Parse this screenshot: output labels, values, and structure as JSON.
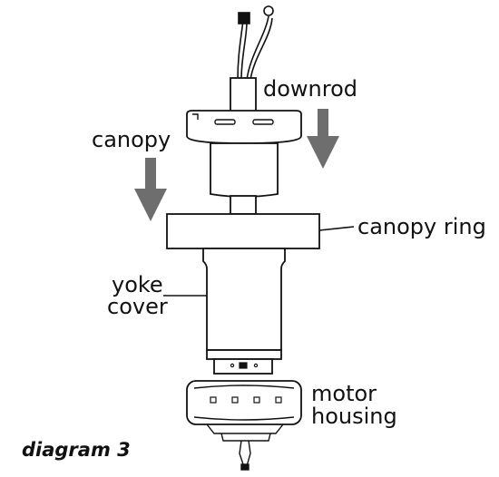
{
  "diagram": {
    "caption": "diagram 3",
    "labels": {
      "downrod": "downrod",
      "canopy": "canopy",
      "canopy_ring": "canopy ring",
      "yoke_cover": [
        "yoke",
        "cover"
      ],
      "motor_housing": [
        "motor",
        "housing"
      ]
    },
    "colors": {
      "arrow": "#6e6e6e",
      "outline": "#111111",
      "fill": "#ffffff"
    }
  }
}
